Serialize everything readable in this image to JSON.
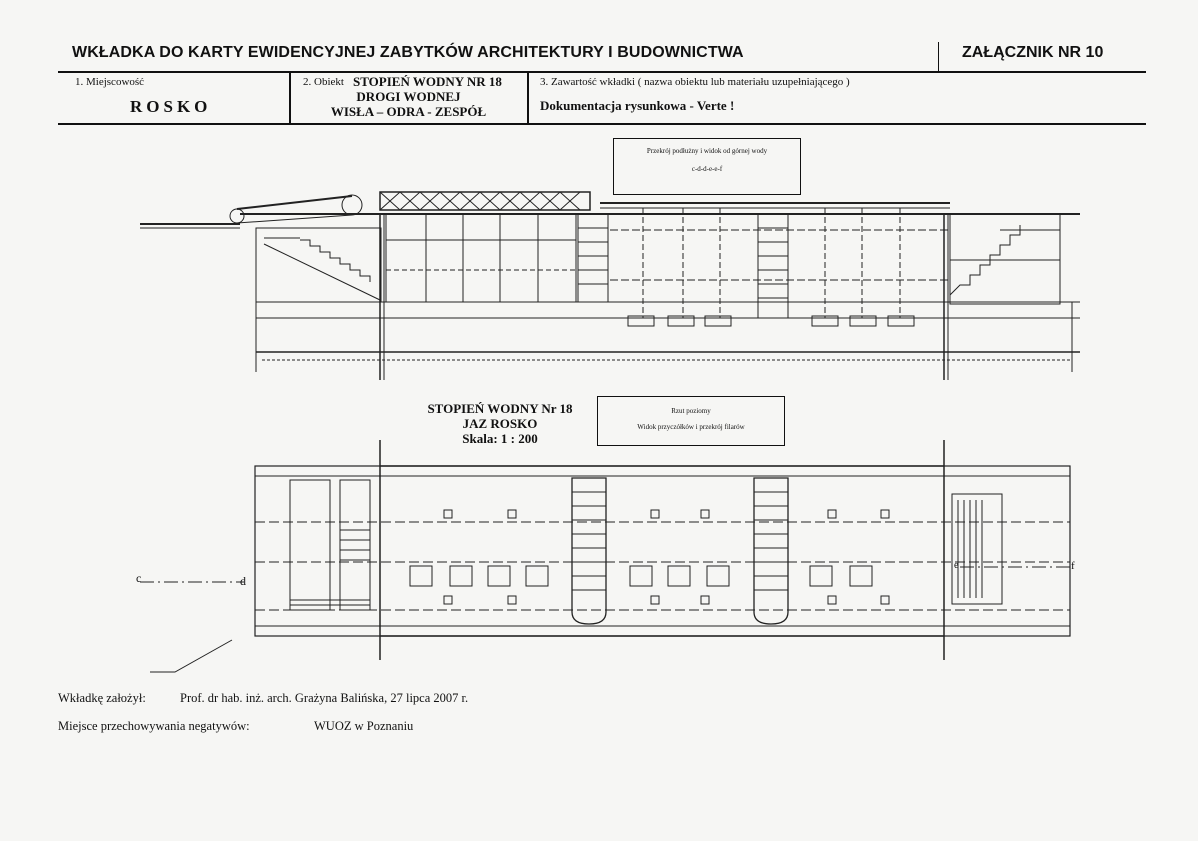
{
  "header": {
    "title": "WKŁADKA DO KARTY EWIDENCYJNEJ ZABYTKÓW ARCHITEKTURY I BUDOWNICTWA",
    "annex": "ZAŁĄCZNIK NR 10"
  },
  "fields": {
    "place_label": "1. Miejscowość",
    "place_value": "ROSKO",
    "object_label": "2. Obiekt",
    "object_line1": "STOPIEŃ WODNY NR 18",
    "object_line2": "DROGI WODNEJ",
    "object_line3": "WISŁA – ODRA - ZESPÓŁ",
    "content_label": "3. Zawartość wkładki ( nazwa obiektu lub materiału uzupełniającego )",
    "content_value": "Dokumentacja rysunkowa - Verte !"
  },
  "drawing": {
    "section_box_line1": "Przekrój podłużny i widok od górnej wody",
    "section_box_line2": "c-d-d-e-e-f",
    "title_line1": "STOPIEŃ WODNY Nr 18",
    "title_line2": "JAZ ROSKO",
    "title_line3": "Skala: 1 : 200",
    "plan_box_line1": "Rzut poziomy",
    "plan_box_line2": "Widok przyczółków i przekrój filarów",
    "marker_c": "c",
    "marker_d": "d",
    "marker_e": "e",
    "marker_f": "f"
  },
  "footer": {
    "founder_label": "Wkładkę założył:",
    "founder_value": "Prof. dr hab. inż. arch. Grażyna Balińska, 27 lipca 2007 r.",
    "storage_label": "Miejsce przechowywania negatywów:",
    "storage_value": "WUOZ w Poznaniu"
  }
}
